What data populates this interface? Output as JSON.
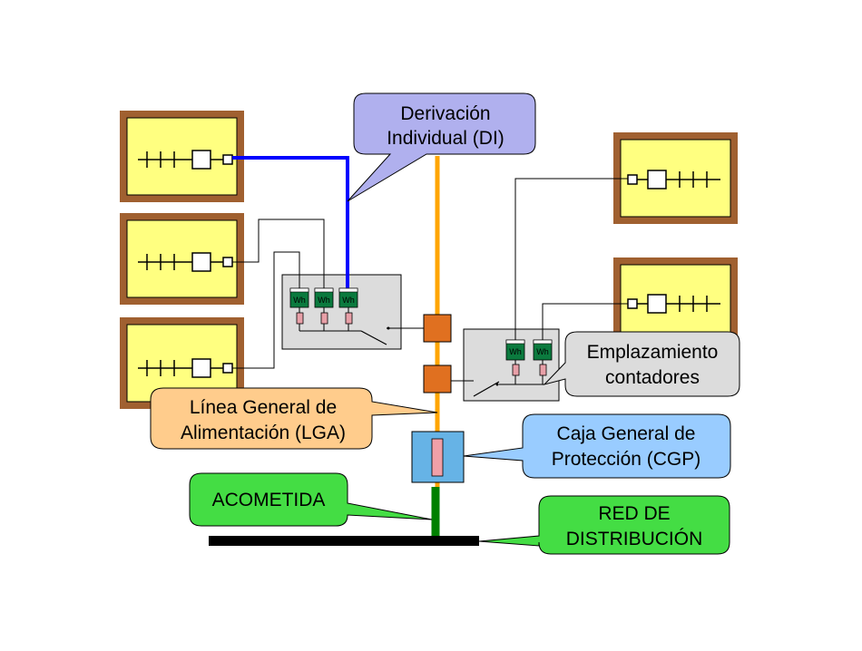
{
  "labels": {
    "di": [
      "Derivación",
      "Individual (DI)"
    ],
    "emplazamiento": [
      "Emplazamiento",
      "contadores"
    ],
    "lga": [
      "Línea General de",
      "Alimentación (LGA)"
    ],
    "cgp": [
      "Caja General de",
      "Protección (CGP)"
    ],
    "acometida": [
      "ACOMETIDA"
    ],
    "red": [
      "RED DE",
      "DISTRIBUCIÓN"
    ]
  },
  "meter_label": "Wh",
  "colors": {
    "red_distribucion": "#000000",
    "acometida": "#008000",
    "lga": "#ffa500",
    "derivacion": "#0000ff",
    "fuse_box": "#e07020",
    "cgp_box": "#66b3e6",
    "meter": "#0b7a3e",
    "panel": "#dcdcdc",
    "dwelling_fill": "#ffff80",
    "dwelling_border": "#a06030",
    "callout_di": "#b0b0ee",
    "callout_emplazamiento": "#dcdcdc",
    "callout_lga": "#ffcc8c",
    "callout_cgp": "#99ccff",
    "callout_green": "#44dd44"
  }
}
